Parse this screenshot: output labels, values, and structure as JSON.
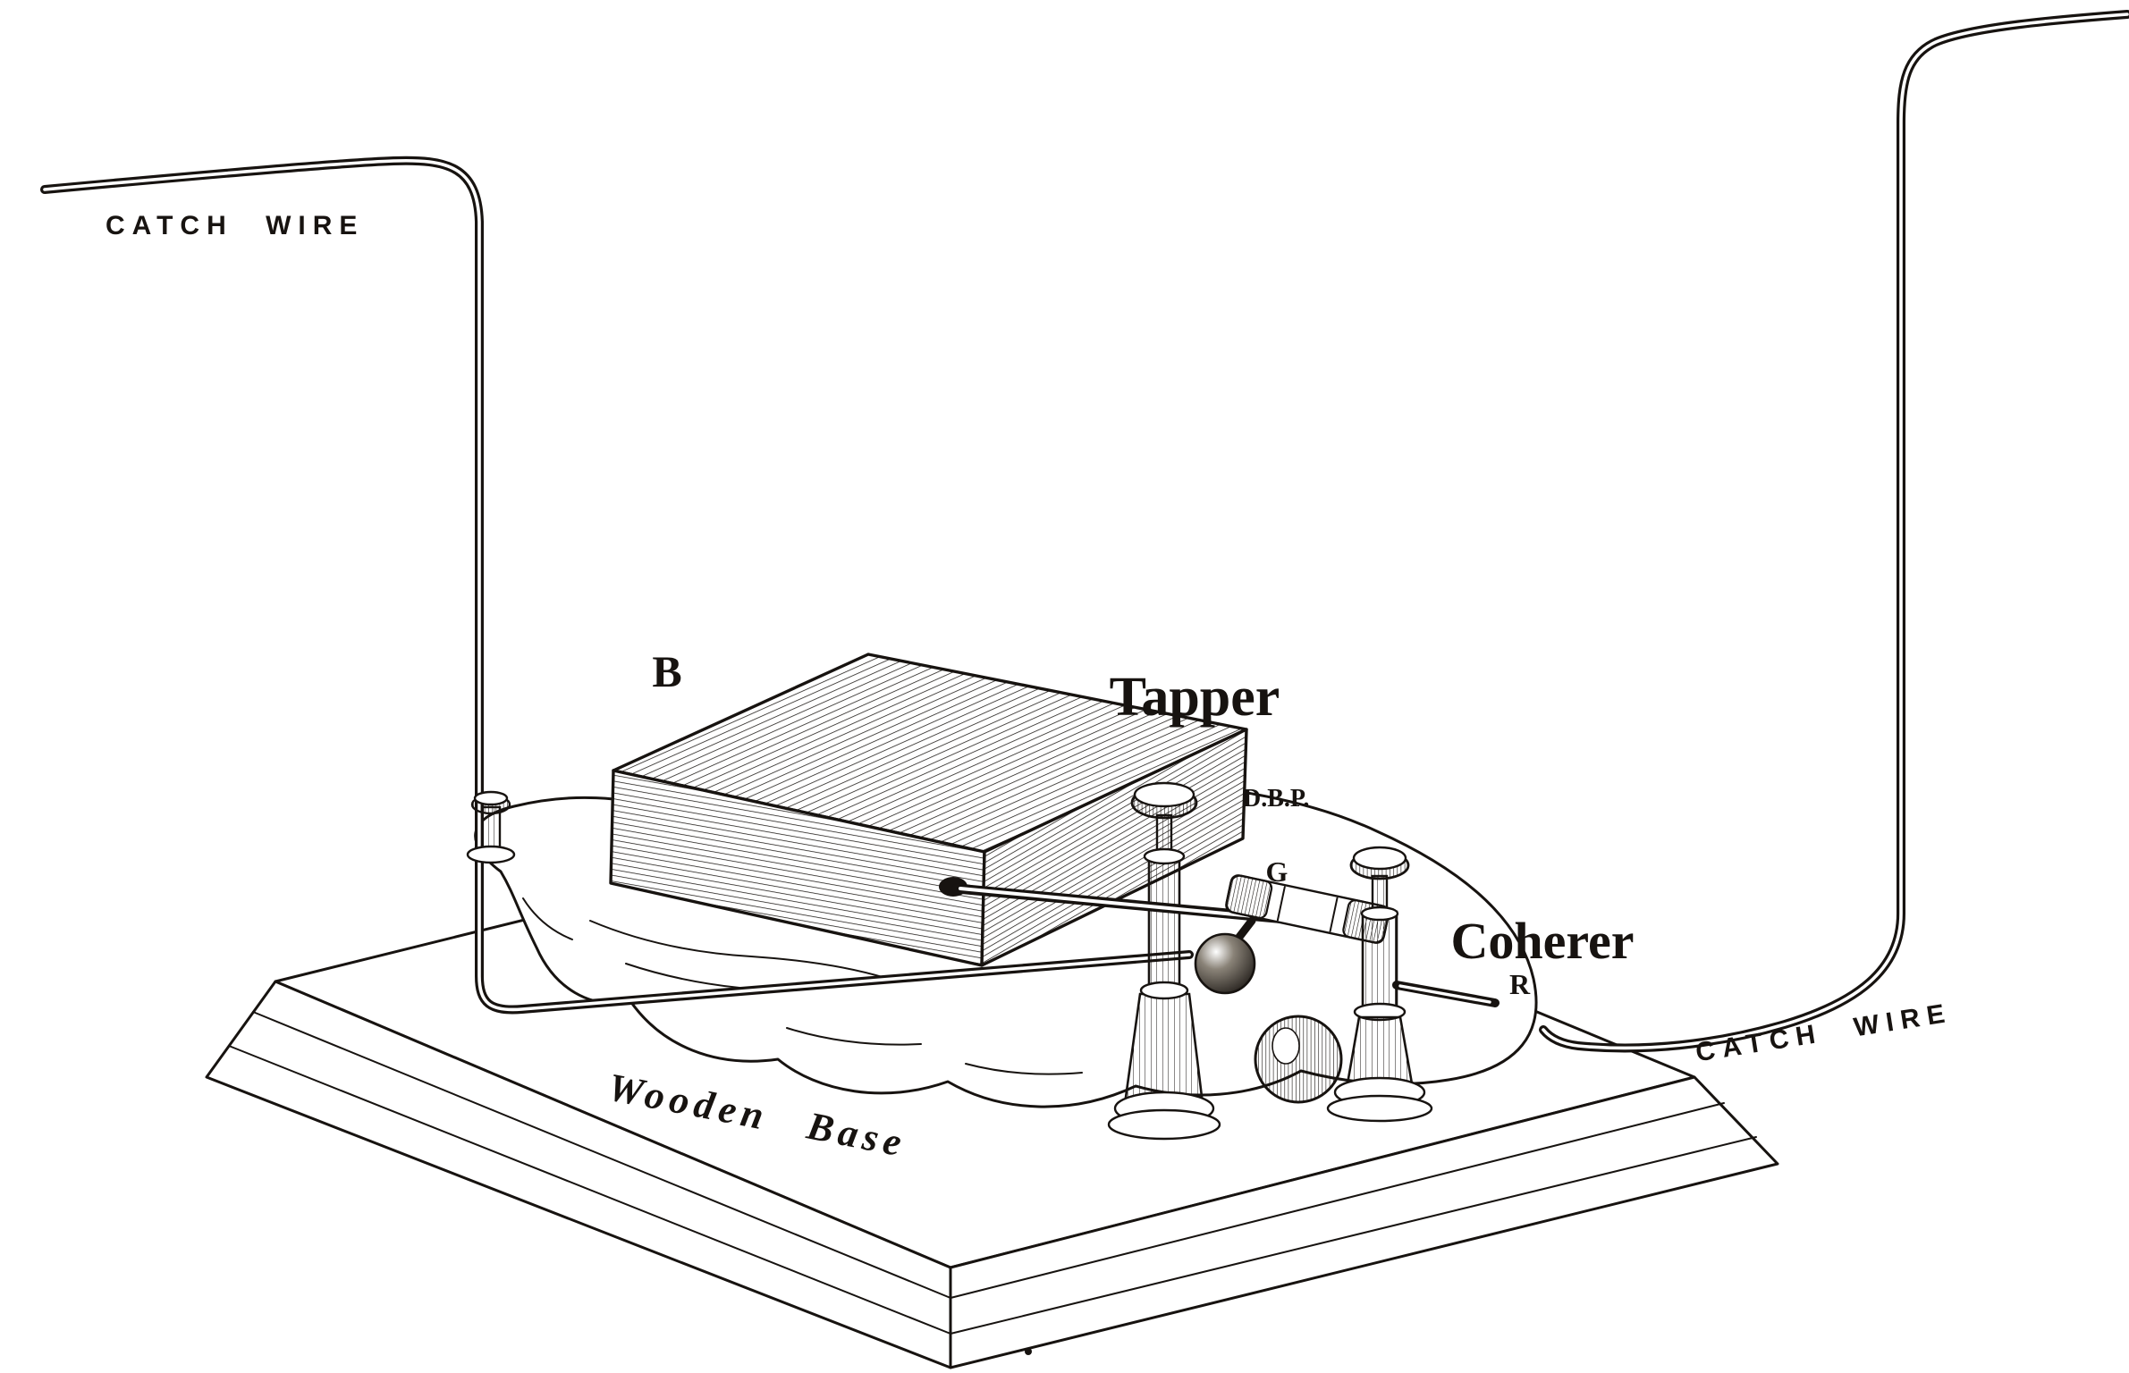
{
  "canvas": {
    "ink": "#171310",
    "paper": "#ffffff"
  },
  "labels": {
    "catch_wire_left": "CATCH WIRE",
    "battery_box": "B",
    "tapper": "Tapper",
    "dbp": "D.B.P.",
    "tube": "G",
    "coherer": "Coherer",
    "rod": "R",
    "wooden_base": "Wooden Base",
    "catch_wire_right": "CATCH WIRE"
  }
}
